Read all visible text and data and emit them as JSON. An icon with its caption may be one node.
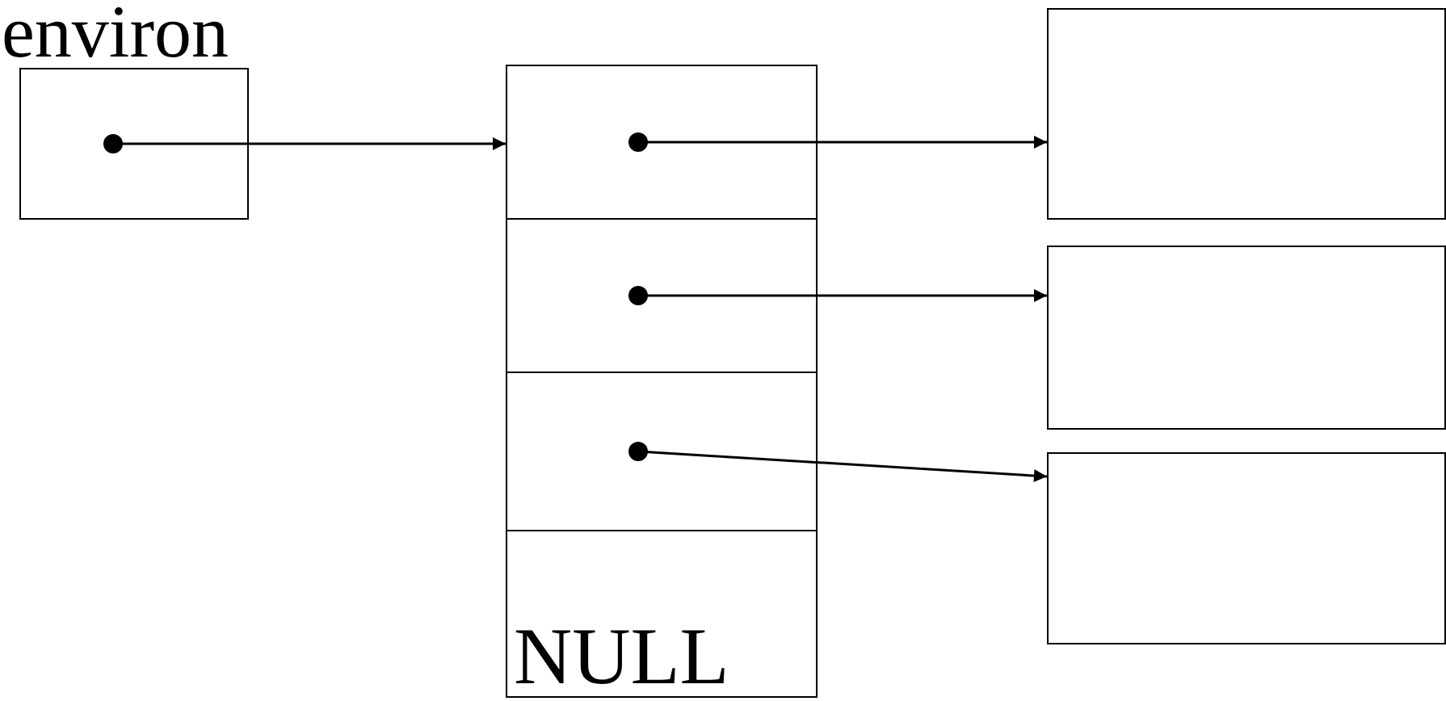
{
  "diagram": {
    "nodes": [
      {
        "text": [
          "environ"
        ]
      },
      {
        "text": [],
        "shape": "box"
      },
      {
        "text": [],
        "shape": "box"
      },
      {
        "text": [],
        "shape": "box"
      },
      {
        "text": [
          "NULL"
        ]
      },
      {
        "text": [],
        "shape": "box"
      },
      {
        "text": [],
        "shape": "box"
      },
      {
        "text": [],
        "shape": "box"
      }
    ],
    "edges": [
      {
        "from": 0,
        "to": 1,
        "arrow": "to"
      },
      {
        "from": 1,
        "to": 5,
        "arrow": "to"
      },
      {
        "from": 2,
        "to": 6,
        "arrow": "to"
      },
      {
        "from": 3,
        "to": 7,
        "arrow": "to"
      }
    ]
  }
}
